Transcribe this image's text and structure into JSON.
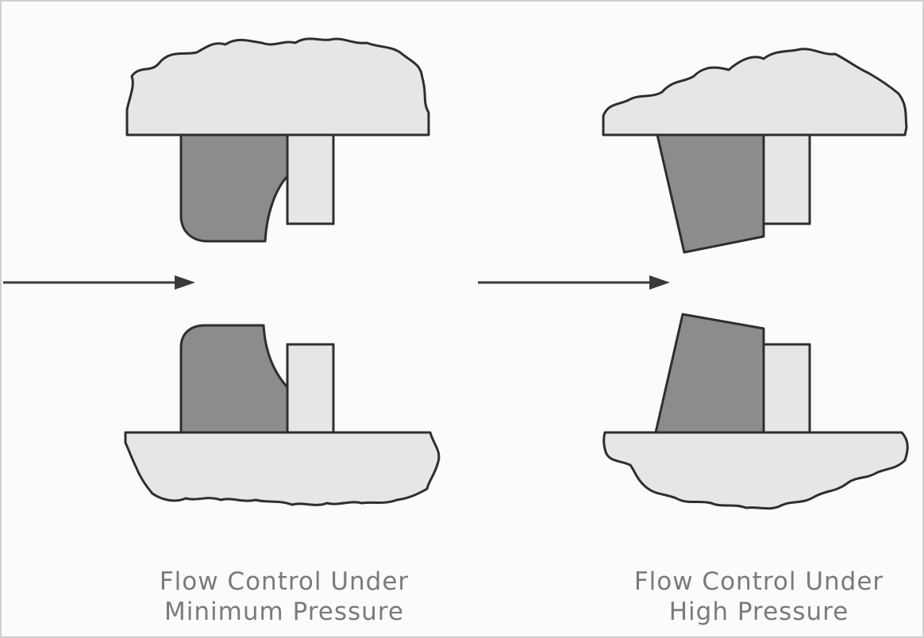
{
  "panels": [
    {
      "id": "minimum",
      "caption_lines": [
        "Flow Control Under",
        "Minimum Pressure"
      ]
    },
    {
      "id": "high",
      "caption_lines": [
        "Flow Control Under",
        "High Pressure"
      ]
    }
  ],
  "colors": {
    "body": "#e6e6e6",
    "seal": "#8c8c8c",
    "outline": "#2e2e2e",
    "caption": "#7a7a7a",
    "background": "#fbfbfb"
  }
}
